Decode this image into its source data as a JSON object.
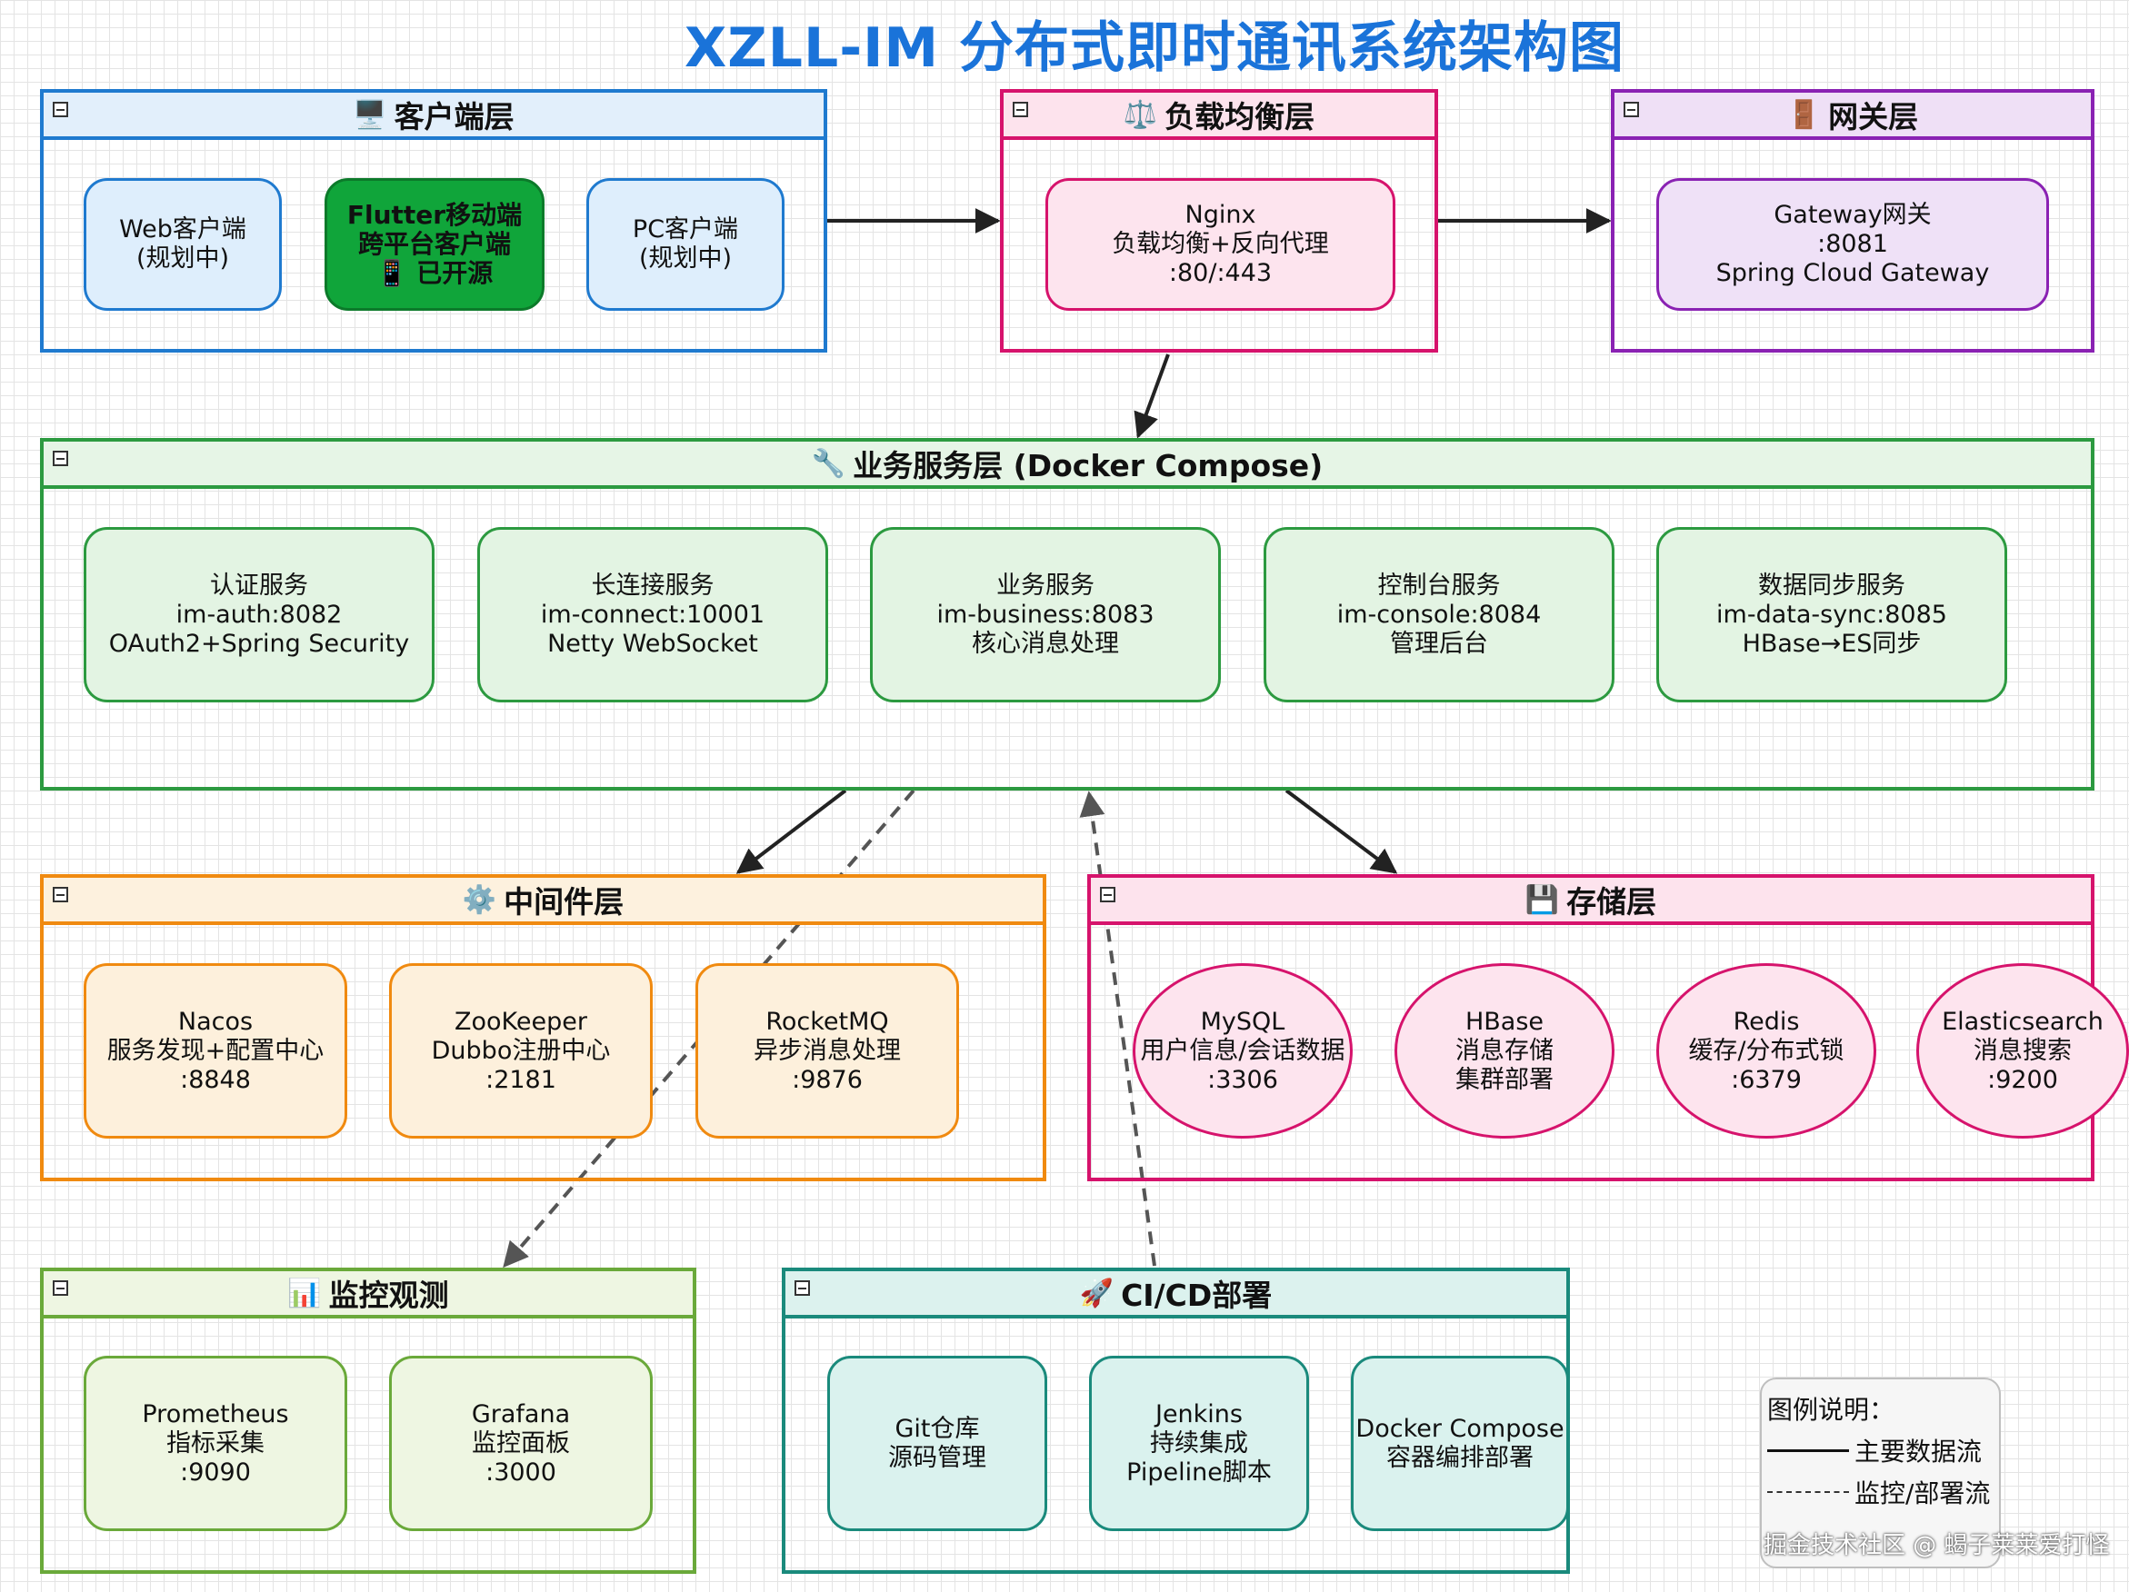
{
  "title": "XZLL-IM 分布式即时通讯系统架构图",
  "groups": {
    "client": {
      "icon": "🖥️",
      "label": "客户端层",
      "color": "#1f7acf",
      "head_bg": "#e2effb"
    },
    "lb": {
      "icon": "⚖️",
      "label": "负载均衡层",
      "color": "#d6136c",
      "head_bg": "#fde3ed"
    },
    "gateway": {
      "icon": "🚪",
      "label": "网关层",
      "color": "#8a22b3",
      "head_bg": "#efe0f6"
    },
    "business": {
      "icon": "🔧",
      "label": "业务服务层 (Docker Compose)",
      "color": "#2c9a40",
      "head_bg": "#e6f5e6"
    },
    "middleware": {
      "icon": "⚙️",
      "label": "中间件层",
      "color": "#f08a10",
      "head_bg": "#fdf1de"
    },
    "storage": {
      "icon": "💾",
      "label": "存储层",
      "color": "#d6136c",
      "head_bg": "#fde3ed"
    },
    "monitor": {
      "icon": "📊",
      "label": "监控观测",
      "color": "#6aa93a",
      "head_bg": "#eef6e2"
    },
    "cicd": {
      "icon": "🚀",
      "label": "CI/CD部署",
      "color": "#1a8a7c",
      "head_bg": "#dcf2ee"
    }
  },
  "nodes": {
    "web": [
      "Web客户端",
      "(规划中)"
    ],
    "flutter": [
      "Flutter移动端",
      "跨平台客户端",
      "📱 已开源"
    ],
    "pc": [
      "PC客户端",
      "(规划中)"
    ],
    "nginx": [
      "Nginx",
      "负载均衡+反向代理",
      ":80/:443"
    ],
    "gateway": [
      "Gateway网关",
      ":8081",
      "Spring Cloud Gateway"
    ],
    "auth": [
      "认证服务",
      "im-auth:8082",
      "OAuth2+Spring Security"
    ],
    "connect": [
      "长连接服务",
      "im-connect:10001",
      "Netty WebSocket"
    ],
    "biz": [
      "业务服务",
      "im-business:8083",
      "核心消息处理"
    ],
    "console": [
      "控制台服务",
      "im-console:8084",
      "管理后台"
    ],
    "datasync": [
      "数据同步服务",
      "im-data-sync:8085",
      "HBase→ES同步"
    ],
    "nacos": [
      "Nacos",
      "服务发现+配置中心",
      ":8848"
    ],
    "zk": [
      "ZooKeeper",
      "Dubbo注册中心",
      ":2181"
    ],
    "mq": [
      "RocketMQ",
      "异步消息处理",
      ":9876"
    ],
    "mysql": [
      "MySQL",
      "用户信息/会话数据",
      ":3306"
    ],
    "hbase": [
      "HBase",
      "消息存储",
      "集群部署"
    ],
    "redis": [
      "Redis",
      "缓存/分布式锁",
      ":6379"
    ],
    "es": [
      "Elasticsearch",
      "消息搜索",
      ":9200"
    ],
    "prom": [
      "Prometheus",
      "指标采集",
      ":9090"
    ],
    "grafana": [
      "Grafana",
      "监控面板",
      ":3000"
    ],
    "git": [
      "Git仓库",
      "源码管理"
    ],
    "jenkins": [
      "Jenkins",
      "持续集成",
      "Pipeline脚本"
    ],
    "compose": [
      "Docker Compose",
      "容器编排部署"
    ]
  },
  "legend": {
    "title": "图例说明：",
    "solid": "主要数据流",
    "dashed": "监控/部署流"
  },
  "watermark": "掘金技术社区 @ 蝎子莱莱爱打怪"
}
